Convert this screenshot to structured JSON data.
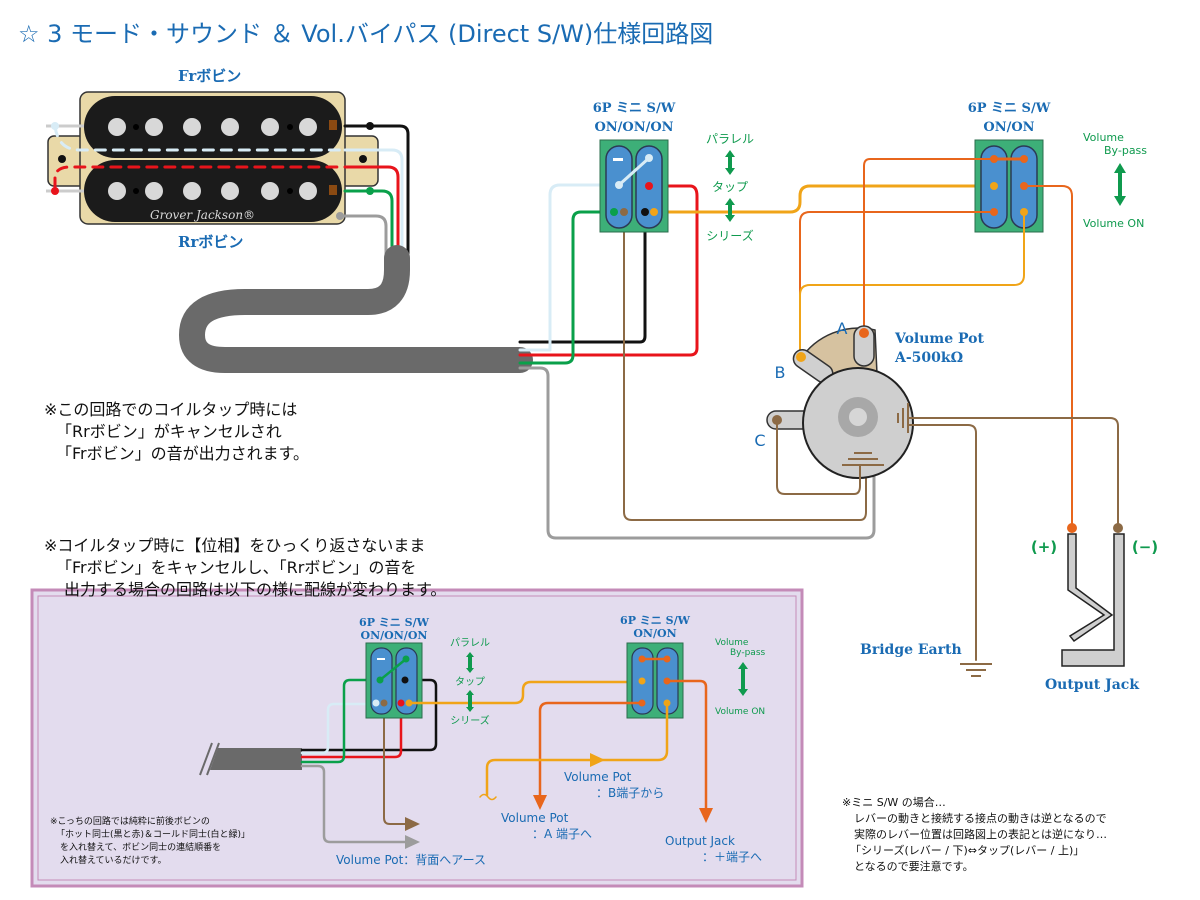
{
  "title": "☆ 3 モード・サウンド ＆ Vol.バイパス (Direct S/W)仕様回路図",
  "pickup": {
    "front_label": "Frボビン",
    "rear_label": "Rrボビン",
    "brand": "Grover Jackson®"
  },
  "switch1": {
    "title_line1": "6P ミニ S/W",
    "title_line2": "ON/ON/ON",
    "pos_top": "パラレル",
    "pos_mid": "タップ",
    "pos_bottom": "シリーズ"
  },
  "switch2": {
    "title_line1": "6P ミニ S/W",
    "title_line2": "ON/ON",
    "pos_top_line1": "Volume",
    "pos_top_line2": "By-pass",
    "pos_bottom": "Volume ON"
  },
  "volume_pot": {
    "name": "Volume Pot",
    "value": "A-500kΩ",
    "lug_a": "A",
    "lug_b": "B",
    "lug_c": "C"
  },
  "output_jack": {
    "label": "Output Jack",
    "plus": "(+)",
    "minus": "(−)"
  },
  "bridge_earth": "Bridge Earth",
  "note_main": [
    "※この回路でのコイルタップ時には",
    "「Rrボビン」がキャンセルされ",
    "「Frボビン」の音が出力されます。"
  ],
  "note_alt": [
    "※コイルタップ時に【位相】をひっくり返さないまま",
    "「Frボビン」をキャンセルし、「Rrボビン」の音を",
    "出力する場合の回路は以下の様に配線が変わります。"
  ],
  "alt_box": {
    "note_small": [
      "※こっちの回路では純粋に前後ボビンの",
      "「ホット同士(黒と赤)＆コールド同士(白と緑)」",
      "を入れ替えて、ボビン同士の連結順番を",
      "入れ替えているだけです。"
    ],
    "vol_pot_back": "Volume Pot：背面へアース",
    "vol_pot_b_line1": "Volume Pot",
    "vol_pot_b_line2": "：B端子から",
    "vol_pot_a_line1": "Volume Pot",
    "vol_pot_a_line2": "：A 端子へ",
    "out_jack_line1": "Output Jack",
    "out_jack_line2": "：＋端子へ"
  },
  "note_switch": [
    "※ミニ S/W の場合…",
    "レバーの動きと接続する接点の動きは逆となるので",
    "実際のレバー位置は回路図上の表記とは逆になり…",
    "「シリーズ(レバー / 下)⇔タップ(レバー / 上)」",
    "となるので要注意です。"
  ],
  "colors": {
    "title_blue": "#1a6bb3",
    "label_green": "#0f9a4e",
    "wire_black": "#111111",
    "wire_red": "#e8141b",
    "wire_green": "#0aa04a",
    "wire_white": "#d8ecf6",
    "wire_bare": "#9c9c9c",
    "wire_orange_dark": "#e8661c",
    "wire_orange_light": "#f0a418",
    "wire_brown": "#8c6a45",
    "switch_body": "#3daf78",
    "switch_lug": "#4a90cf",
    "alt_box_bg": "#e3dcee",
    "alt_box_border": "#c48bb8"
  }
}
